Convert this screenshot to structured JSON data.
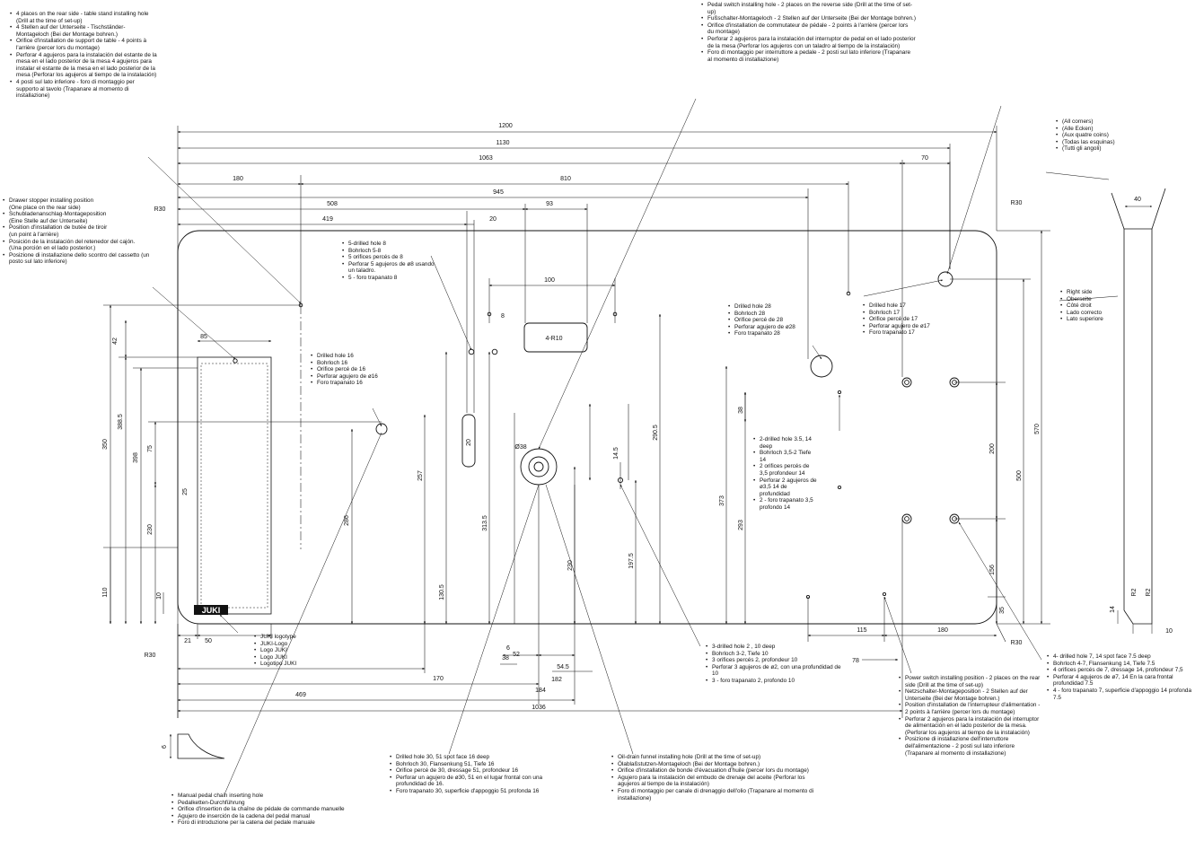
{
  "dimensions": [
    {
      "id": "d1200",
      "text": "1200"
    },
    {
      "id": "d1130",
      "text": "1130"
    },
    {
      "id": "d1063",
      "text": "1063"
    },
    {
      "id": "d180",
      "text": "180"
    },
    {
      "id": "d810",
      "text": "810"
    },
    {
      "id": "d945",
      "text": "945"
    },
    {
      "id": "d70",
      "text": "70"
    },
    {
      "id": "d508",
      "text": "508"
    },
    {
      "id": "d93",
      "text": "93"
    },
    {
      "id": "d419",
      "text": "419"
    },
    {
      "id": "d20",
      "text": "20"
    },
    {
      "id": "d100",
      "text": "100"
    },
    {
      "id": "d8",
      "text": "8"
    },
    {
      "id": "d85",
      "text": "85"
    },
    {
      "id": "d42",
      "text": "42"
    },
    {
      "id": "d350",
      "text": "350"
    },
    {
      "id": "d388",
      "text": "388.5"
    },
    {
      "id": "d398",
      "text": "398"
    },
    {
      "id": "d75",
      "text": "75"
    },
    {
      "id": "d230a",
      "text": "230"
    },
    {
      "id": "d25",
      "text": "25"
    },
    {
      "id": "d110",
      "text": "110"
    },
    {
      "id": "d10",
      "text": "10"
    },
    {
      "id": "d257",
      "text": "257"
    },
    {
      "id": "d286",
      "text": "286"
    },
    {
      "id": "d1305",
      "text": "130.5"
    },
    {
      "id": "d3135",
      "text": "313.5"
    },
    {
      "id": "d2905",
      "text": "290.5"
    },
    {
      "id": "d145",
      "text": "14.5"
    },
    {
      "id": "d230b",
      "text": "230"
    },
    {
      "id": "d1975",
      "text": "197.5"
    },
    {
      "id": "d38v",
      "text": "38"
    },
    {
      "id": "d373",
      "text": "373"
    },
    {
      "id": "d293",
      "text": "293"
    },
    {
      "id": "d200",
      "text": "200"
    },
    {
      "id": "d500",
      "text": "500"
    },
    {
      "id": "d570",
      "text": "570"
    },
    {
      "id": "d156",
      "text": "156"
    },
    {
      "id": "d35",
      "text": "35"
    },
    {
      "id": "d21",
      "text": "21"
    },
    {
      "id": "d50",
      "text": "50"
    },
    {
      "id": "d38h",
      "text": "38"
    },
    {
      "id": "d6",
      "text": "6"
    },
    {
      "id": "d52",
      "text": "52"
    },
    {
      "id": "d545",
      "text": "54.5"
    },
    {
      "id": "d170",
      "text": "170"
    },
    {
      "id": "d182",
      "text": "182"
    },
    {
      "id": "d184",
      "text": "184"
    },
    {
      "id": "d469",
      "text": "469"
    },
    {
      "id": "d1036",
      "text": "1036"
    },
    {
      "id": "d78",
      "text": "78"
    },
    {
      "id": "d115",
      "text": "115"
    },
    {
      "id": "d180b",
      "text": "180"
    },
    {
      "id": "dR30a",
      "text": "R30"
    },
    {
      "id": "dR30b",
      "text": "R30"
    },
    {
      "id": "dR30c",
      "text": "R30"
    },
    {
      "id": "dR30d",
      "text": "R30"
    },
    {
      "id": "d4R10",
      "text": "4-R10"
    },
    {
      "id": "dO38",
      "text": "Ø38"
    },
    {
      "id": "d40",
      "text": "40"
    },
    {
      "id": "dR2a",
      "text": "R2"
    },
    {
      "id": "dR2b",
      "text": "R2"
    },
    {
      "id": "d14",
      "text": "14"
    },
    {
      "id": "d10b",
      "text": "10"
    },
    {
      "id": "d6b",
      "text": "6"
    },
    {
      "id": "d20s",
      "text": "20"
    }
  ],
  "logo": {
    "text": "JUKI"
  },
  "notes": {
    "rear_holes": [
      "4 places on the rear side - table stand installing hole (Drill at the time of set-up)",
      "4 Stellen auf der Unterseite - Tischständer-Montageloch (Bei der Montage bohren.)",
      "Orifice d'installation de support de table - 4 points à l'arrière (percer lors du montage)",
      "Perforar 4 agujeros para la instalación del estante de la mesa en el lado posterior de la mesa 4 agujeros para instalar el estante de la mesa en el lado posterior de la mesa (Perforar los agujeros al tiempo de la instalación)",
      "4 posti sul lato inferiore - foro di montaggio per supporto al tavolo (Trapanare al momento di installazione)"
    ],
    "drawer_stopper": [
      "Drawer stopper installing position",
      "(One place on the rear side)",
      "Schubladenanschlag-Montageposition",
      "(Eine Stelle auf der Unterseite)",
      "Position d'installation de butée de tiroir",
      "(un point à l'arrière)",
      "Posición de la instalación del retenedor del cajón.",
      "(Una porción en el lado posterior.)",
      "Posizione di installazione dello scontro del cassetto (un posto sul lato inferiore)"
    ],
    "pedal_switch": [
      "Pedal switch installing hole - 2 places on the reverse side (Drill at the time of set-up)",
      "Fußschalter-Montageloch - 2 Stellen auf der Unterseite (Bei der Montage bohren.)",
      "Orifice d'installation de commutateur de pédale - 2 points à l'arrière (percer lors du montage)",
      "Perforar 2 agujeros para la instalación del interruptor de pedal en el lado posterior de la mesa (Perforar los agujeros con un taladro al tiempo de la instalación)",
      "Foro di montaggio per interruttore a pedale - 2 posti sul lato inferiore (Trapanare al momento di installazione)"
    ],
    "all_corners": [
      "(All corners)",
      "(Alle Ecken)",
      "(Aux quatre coins)",
      "(Todas las esquinas)",
      "(Tutti gli angoli)"
    ],
    "s_drilled_hole_8": [
      "5-drilled hole 8",
      "Bohrloch 5-8",
      "5 orifices percés de 8",
      "Perforar 5 agujeros de ø8 usando un taladro.",
      "5 - foro trapanato 8"
    ],
    "drilled_hole_16": [
      "Drilled hole 16",
      "Bohrloch 16",
      "Orifice percé de 16",
      "Perforar agujero de ø16",
      "Foro trapanato 16"
    ],
    "drilled_hole_28": [
      "Drilled hole 28",
      "Bohrloch 28",
      "Orifice percé de 28",
      "Perforar agujero de ø28",
      "Foro trapanato 28"
    ],
    "drilled_hole_17": [
      "Drilled hole 17",
      "Bohrloch 17",
      "Orifice percé de 17",
      "Perforar agujero de ø17",
      "Foro trapanato 17"
    ],
    "right_side": [
      "Right side",
      "Oberseite",
      "Côté droit",
      "Lado correcto",
      "Lato superiore"
    ],
    "two_drilled_35": [
      "2-drilled hole 3.5, 14 deep",
      "Bohrloch 3,5-2 Tiefe 14",
      "2 orifices percés de 3,5 profondeur 14",
      "Perforar 2 agujeros de ø3,5 14 de profundidad",
      "2 - foro trapanato 3,5 profondo 14"
    ],
    "juki_logotype": [
      "JUKI logotype",
      "JUKI-Logo",
      "Logo JUKI",
      "Logo JUKI",
      "Logotipo JUKI"
    ],
    "three_drilled_2": [
      "3-drilled hole 2 , 10 deep",
      "Bohrloch 3-2, Tiefe 10",
      "3 orifices percés 2, profondeur 10",
      "Perforar 3 agujeros de ø2, con una profundidad de 10",
      "3 - foro trapanato 2, profondo 10"
    ],
    "four_drilled_7": [
      "4- drilled hole 7, 14 spot face 7.5 deep",
      "Bohrloch 4-7, Flansenkung 14, Tiefe 7.5",
      "4 orifices percés de 7, dressage 14, profondeur 7,5",
      "Perforar 4 agujeros de ø7, 14 En la cara frontal profundidad 7.5",
      "4 - foro trapanato 7, superficie d'appoggio 14 profonda 7.5"
    ],
    "power_switch": [
      "Power switch installing position - 2 places on the rear side (Drill at the time of set-up)",
      "Netzschalter-Montageposition - 2 Stellen auf der Unterseite (Bei der Montage bohren.)",
      "Position d'installation de l'interrupteur d'alimentation - 2 points à l'arrière (percer lors du montage)",
      "Perforar 2 agujeros para la instalación del interruptor de alimentación en el lado posterior de la mesa. (Perforar los agujeros al tiempo de la instalación)",
      "Posizione di installazione dell'interruttore dell'alimentazione - 2 posti sul lato inferiore (Trapanare al momento di installazione)"
    ],
    "drilled_hole_30": [
      "Drilled hole 30, 51 spot face 16 deep",
      "Bohrloch 30, Flansenkung 51, Tiefe 16",
      "Orifice percé de 30, dressage 51, profondeur 16",
      "Perforar un agujero de ø30, 51 en el lugar frontal con una profundidad de 16.",
      "Foro trapanato 30, superficie d'appoggio 51 profonda 16"
    ],
    "oil_drain": [
      "Oil-drain funnel installing hole (Drill at the time of set-up)",
      "Ölablaßstutzen-Montageloch (Bei der Montage bohren.)",
      "Orifice d'installation de bonde d'évacuation d'huile (percer lors du montage)",
      "Agujero para la instalación del embudo de drenaje del aceite (Perforar los agujeros al tiempo de la instalación)",
      "Foro di montaggio per canale di drenaggio dell'olio (Trapanare al momento di installazione)"
    ],
    "manual_pedal": [
      "Manual pedal chain inserting hole",
      "Pedalketten-Durchführung",
      "Orifice d'insertion de la chaîne de pédale de commande manuelle",
      "Agujero de inserción de la cadena del pedal manual",
      "Foro di introduzione per la catena del pedale manuale"
    ]
  }
}
